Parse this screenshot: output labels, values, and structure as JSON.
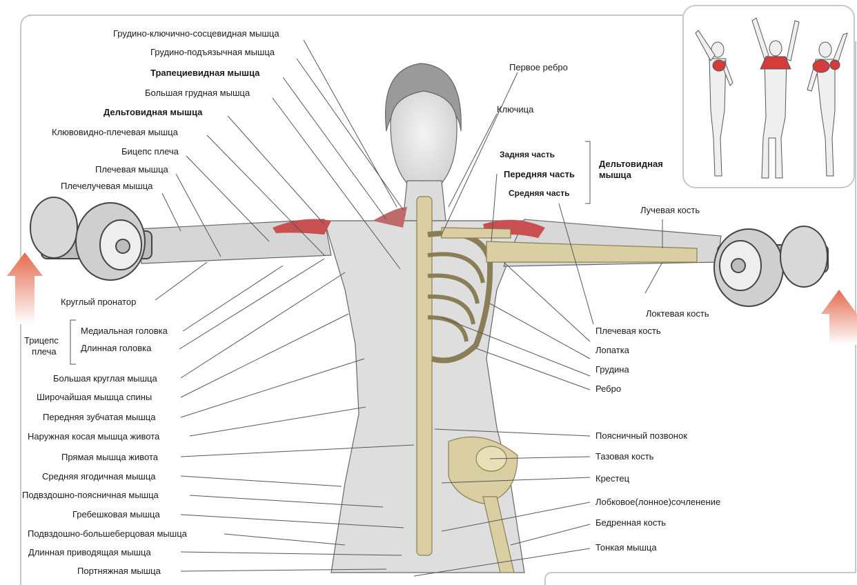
{
  "labels_left": [
    "Грудино-ключично-сосцевидная мышца",
    "Грудино-подъязычная мышца",
    "Трапециевидная мышца",
    "Большая грудная мышца",
    "Дельтовидная мышца",
    "Клювовидно-плечевая мышца",
    "Бицепс плеча",
    "Плечевая мышца",
    "Плечелучевая мышца",
    "Круглый пронатор",
    "Медиальная головка",
    "Длинная головка",
    "Большая круглая мышца",
    "Широчайшая мышца спины",
    "Передняя зубчатая мышца",
    "Наружная косая мышца живота",
    "Прямая мышца живота",
    "Средняя ягодичная мышца",
    "Подвздошно-поясничная мышца",
    "Гребешковая мышца",
    "Подвздошно-большеберцовая мышца",
    "Длинная приводящая мышца",
    "Портняжная мышца"
  ],
  "triceps_label": [
    "Трицепс",
    "плеча"
  ],
  "labels_right": [
    "Первое ребро",
    "Ключица",
    "Лучевая кость",
    "Локтевая кость",
    "Плечевая кость",
    "Лопатка",
    "Грудина",
    "Ребро",
    "Поясничный позвонок",
    "Тазовая кость",
    "Крестец",
    "Лобковое(лонное)сочленение",
    "Бедренная кость",
    "Тонкая мышца"
  ],
  "deltoid_parts": [
    "Задняя часть",
    "Передняя часть",
    "Средняя часть"
  ],
  "deltoid_group": [
    "Дельтовидная",
    "мышца"
  ],
  "colors": {
    "muscle_highlight": "#d43c3c",
    "bone": "#d9cfa3",
    "arrow": "#e8806a",
    "line": "#555555"
  }
}
